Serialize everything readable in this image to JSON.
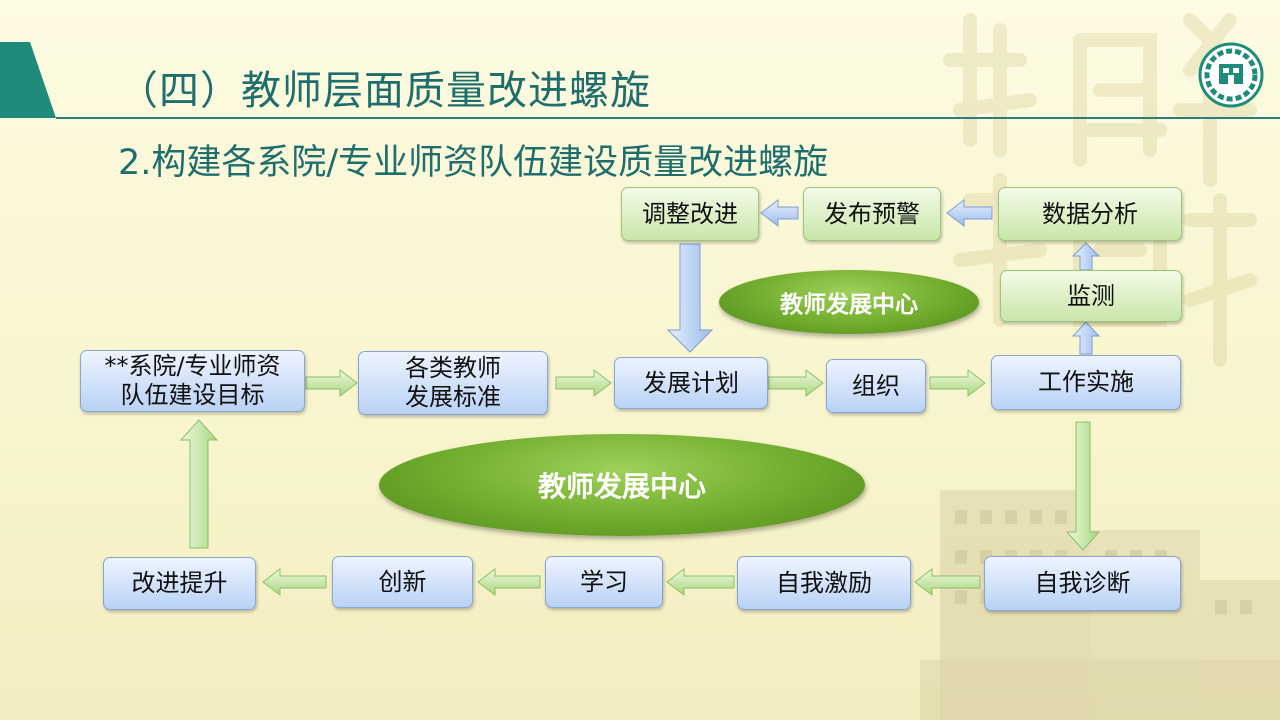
{
  "header": {
    "title": "（四）教师层面质量改进螺旋",
    "subtitle": "2.构建各系院/专业师资队伍建设质量改进螺旋"
  },
  "logo": {
    "icon": "school-emblem-icon"
  },
  "diagram": {
    "nodes": {
      "goal": "**系院/专业师资队伍建设目标",
      "standard": "各类教师发展标准",
      "plan": "发展计划",
      "organize": "组织",
      "implement": "工作实施",
      "monitor": "监测",
      "analysis": "数据分析",
      "warning": "发布预警",
      "adjust": "调整改进",
      "diagnose": "自我诊断",
      "motivate": "自我激励",
      "learn": "学习",
      "innovate": "创新",
      "improve": "改进提升"
    },
    "goal_lines": [
      "**系院/专业师资",
      "队伍建设目标"
    ],
    "standard_lines": [
      "各类教师",
      "发展标准"
    ],
    "center_small": "教师发展中心",
    "center_large": "教师发展中心"
  },
  "colors": {
    "title": "#1f6e6e",
    "blue_box": "#b9d2f5",
    "green_box": "#c9e6a9",
    "ellipse": "#6fab2c"
  }
}
